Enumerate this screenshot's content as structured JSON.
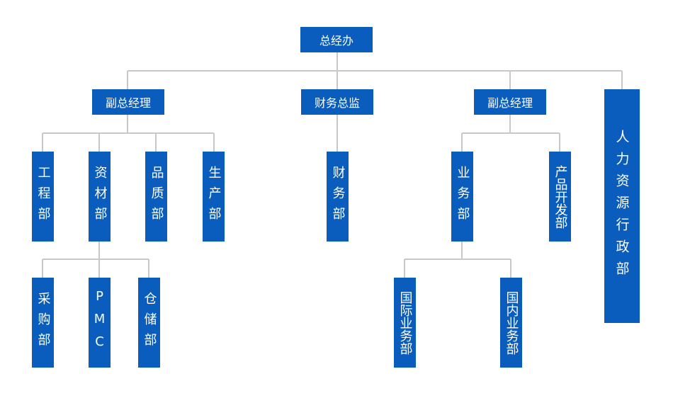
{
  "org_chart": {
    "root": {
      "label": "总经办"
    },
    "level1": {
      "vp_left": {
        "label": "副总经理"
      },
      "finance_director": {
        "label": "财务总监"
      },
      "vp_right": {
        "label": "副总经理"
      },
      "hr_admin": {
        "label": "人力资源行政部"
      }
    },
    "level2": {
      "engineering": {
        "label": "工程部"
      },
      "materials": {
        "label": "资材部"
      },
      "quality": {
        "label": "品质部"
      },
      "production": {
        "label": "生产部"
      },
      "finance": {
        "label": "财务部"
      },
      "business": {
        "label": "业务部"
      },
      "product_dev": {
        "label": "产品开发部"
      }
    },
    "level3": {
      "purchasing": {
        "label": "采购部"
      },
      "pmc": {
        "label": "PMC"
      },
      "warehouse": {
        "label": "仓储部"
      },
      "intl_business": {
        "label": "国际业务部"
      },
      "domestic_business": {
        "label": "国内业务部"
      }
    },
    "colors": {
      "node_fill": "#0a5cbd",
      "node_text": "#ffffff",
      "connector": "#c8c8c8"
    }
  }
}
